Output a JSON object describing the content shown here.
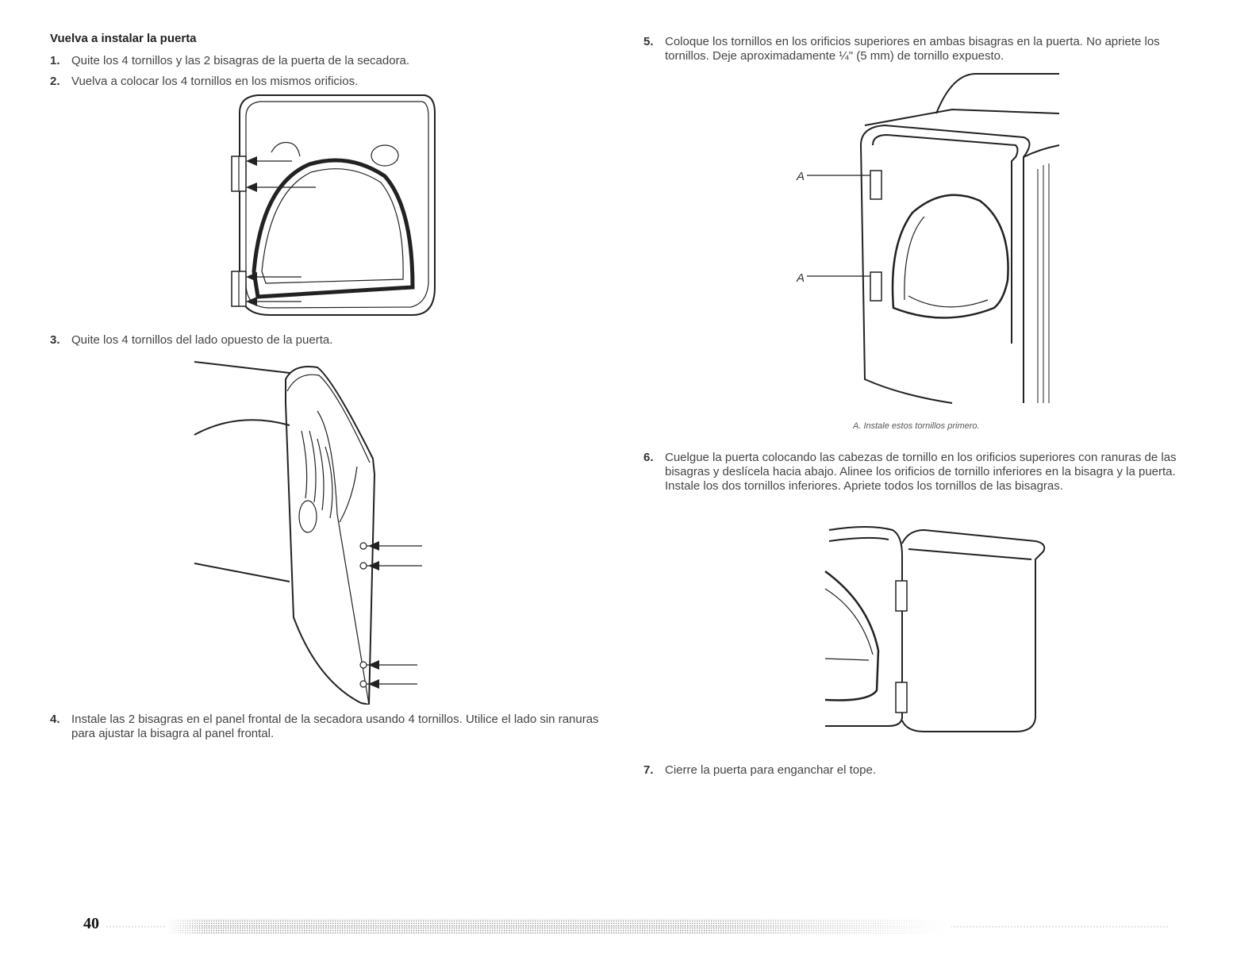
{
  "section_title": "Vuelva a instalar la puerta",
  "steps": [
    {
      "num": "1.",
      "text": "Quite los 4 tornillos y las 2 bisagras de la puerta de la secadora."
    },
    {
      "num": "2.",
      "text": "Vuelva a colocar los 4 tornillos en los mismos orificios."
    },
    {
      "num": "3.",
      "text": "Quite los 4 tornillos del lado opuesto de la puerta."
    },
    {
      "num": "4.",
      "text": "Instale las 2 bisagras en el panel frontal de la secadora usando 4 tornillos. Utilice el lado sin ranuras para ajustar la bisagra al panel frontal."
    },
    {
      "num": "5.",
      "text": "Coloque los tornillos en los orificios superiores en ambas bisagras en la puerta. No apriete los tornillos. Deje aproximadamente ¼\" (5 mm) de tornillo expuesto."
    },
    {
      "num": "6.",
      "text": "Cuelgue la puerta colocando las cabezas de tornillo en los orificios superiores con ranuras de las bisagras y deslícela hacia abajo. Alinee los orificios de tornillo inferiores en la bisagra y la puerta. Instale los dos tornillos inferiores. Apriete todos los tornillos de las bisagras."
    },
    {
      "num": "7.",
      "text": "Cierre la puerta para enganchar el tope."
    }
  ],
  "figure_labels": {
    "hinge_top": "A",
    "hinge_bottom": "A"
  },
  "caption": "A. Instale estos tornillos primero.",
  "page_number": "40"
}
